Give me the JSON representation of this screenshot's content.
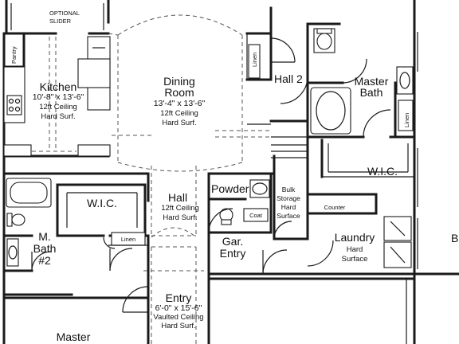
{
  "rooms": {
    "optional_slider": [
      "OPTIONAL",
      "SLIDER"
    ],
    "pantry": "Pantry",
    "kitchen": {
      "name": "Kitchen",
      "dims": "10'-8\" x 13'-6\"",
      "ceiling": "12ft Ceiling",
      "surface": "Hard Surf."
    },
    "dining": {
      "name": [
        "Dining",
        "Room"
      ],
      "dims": "13'-4\" x 13'-6\"",
      "ceiling": "12ft Ceiling",
      "surface": "Hard Surf."
    },
    "linen_hall": "Linen",
    "hall2": "Hall 2",
    "master_bath": [
      "Master",
      "Bath"
    ],
    "linen_bath": "Linen",
    "wic_right": "W.I.C.",
    "wic_left": "W.I.C.",
    "hall": {
      "name": "Hall",
      "ceiling": "12ft Ceiling",
      "surface": "Hard Surf."
    },
    "powder": "Powder",
    "coat": "Coat",
    "bulk_storage": [
      "Bulk",
      "Storage",
      "Hard",
      "Surface"
    ],
    "counter": "Counter",
    "laundry": {
      "name": "Laundry",
      "surface": [
        "Hard",
        "Surface"
      ]
    },
    "garage_entry": [
      "Gar.",
      "Entry"
    ],
    "m_bath2": [
      "M.",
      "Bath",
      "#2"
    ],
    "linen_small": "Linen",
    "entry": {
      "name": "Entry",
      "dims": "6'-0\" x 15'-6\"",
      "ceiling": "Vaulted Ceiling",
      "surface": "Hard Surf."
    },
    "master_bedroom": "Master",
    "edge_letter": "B"
  }
}
